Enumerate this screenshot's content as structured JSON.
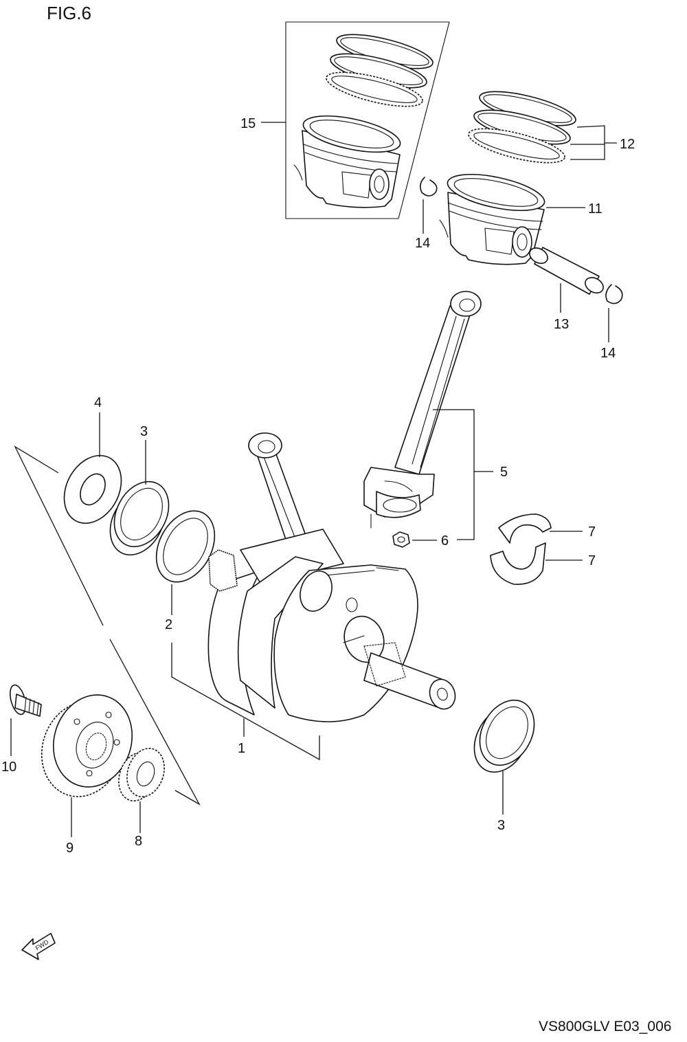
{
  "figure": {
    "title": "FIG.6",
    "code": "VS800GLV E03_006",
    "fwd_label": "FWD"
  },
  "callouts": {
    "c1": "1",
    "c2": "2",
    "c3a": "3",
    "c3b": "3",
    "c4": "4",
    "c5": "5",
    "c6": "6",
    "c7a": "7",
    "c7b": "7",
    "c8": "8",
    "c9": "9",
    "c10": "10",
    "c11": "11",
    "c12": "12",
    "c13": "13",
    "c14a": "14",
    "c14b": "14",
    "c15": "15"
  },
  "icons": {
    "fwd_arrow": "fwd-arrow-icon"
  }
}
